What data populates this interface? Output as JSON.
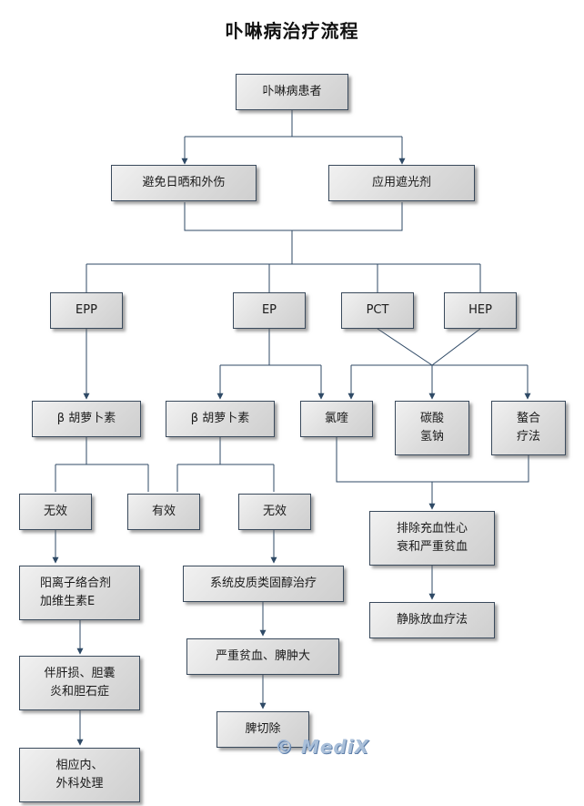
{
  "title": "卟啉病治疗流程",
  "nodes": {
    "porphyria_patient": "卟啉病患者",
    "avoid_sun": "避免日晒和外伤",
    "sunscreen": "应用遮光剂",
    "epp": "EPP",
    "ep": "EP",
    "pct": "PCT",
    "hep": "HEP",
    "beta_carotene_1": "β 胡萝卜素",
    "beta_carotene_2": "β 胡萝卜素",
    "chloroquine": "氯喹",
    "sodium_bicarbonate": "碳酸\n氢钠",
    "chelation": "螯合\n疗法",
    "ineffective_1": "无效",
    "effective": "有效",
    "ineffective_2": "无效",
    "cholestyramine": "阳离子络合剂\n加维生素E",
    "corticosteroid": "系统皮质类固醇治疗",
    "exclude_chf": "排除充血性心\n衰和严重贫血",
    "liver_damage": "伴肝损、胆囊\n炎和胆石症",
    "severe_anemia": "严重贫血、脾肿大",
    "phlebotomy": "静脉放血疗法",
    "treatment": "相应内、\n外科处理",
    "splenectomy": "脾切除"
  },
  "watermark": "© MediX",
  "colors": {
    "line": "#2f4a66",
    "box_border": "#3a4a5c",
    "box_fill": "#dcdcdc"
  }
}
